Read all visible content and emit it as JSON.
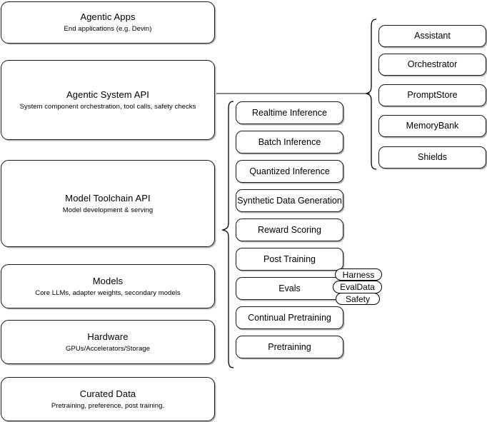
{
  "diagram": {
    "type": "layered-architecture-stack",
    "background_color": "#ffffff",
    "border_color": "#1a1a1a",
    "text_color": "#000000",
    "layers": [
      {
        "title": "Agentic Apps",
        "subtitle": "End applications (e.g. Devin)"
      },
      {
        "title": "Agentic System API",
        "subtitle": "System component orchestration, tool calls, safety checks"
      },
      {
        "title": "Model Toolchain API",
        "subtitle": "Model development & serving"
      },
      {
        "title": "Models",
        "subtitle": "Core LLMs, adapter weights, secondary models"
      },
      {
        "title": "Hardware",
        "subtitle": "GPUs/Accelerators/Storage"
      },
      {
        "title": "Curated Data",
        "subtitle": "Pretraining, preference, post training."
      }
    ],
    "toolchain_components": [
      {
        "label": "Realtime Inference"
      },
      {
        "label": "Batch Inference"
      },
      {
        "label": "Quantized Inference"
      },
      {
        "label": "Synthetic Data Generation"
      },
      {
        "label": "Reward Scoring"
      },
      {
        "label": "Post Training"
      },
      {
        "label": "Evals"
      },
      {
        "label": "Continual Pretraining"
      },
      {
        "label": "Pretraining"
      }
    ],
    "evals_badges": [
      {
        "label": "Harness"
      },
      {
        "label": "EvalData"
      },
      {
        "label": "Safety"
      }
    ],
    "system_components": [
      {
        "label": "Assistant"
      },
      {
        "label": "Orchestrator"
      },
      {
        "label": "PromptStore"
      },
      {
        "label": "MemoryBank"
      },
      {
        "label": "Shields"
      }
    ]
  }
}
